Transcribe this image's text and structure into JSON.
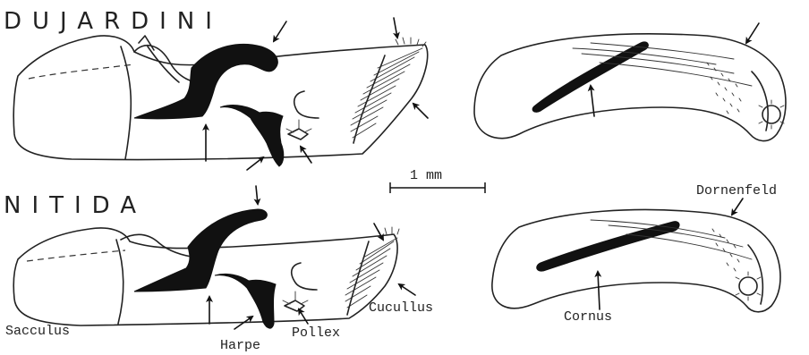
{
  "figure": {
    "species_1": "DUJARDINI",
    "species_2": "NITIDA",
    "scale_bar": "1 mm",
    "labels": {
      "sacculus": "Sacculus",
      "harpe": "Harpe",
      "pollex": "Pollex",
      "cucullus": "Cucullus",
      "dornenfeld": "Dornenfeld",
      "cornus": "Cornus"
    }
  }
}
